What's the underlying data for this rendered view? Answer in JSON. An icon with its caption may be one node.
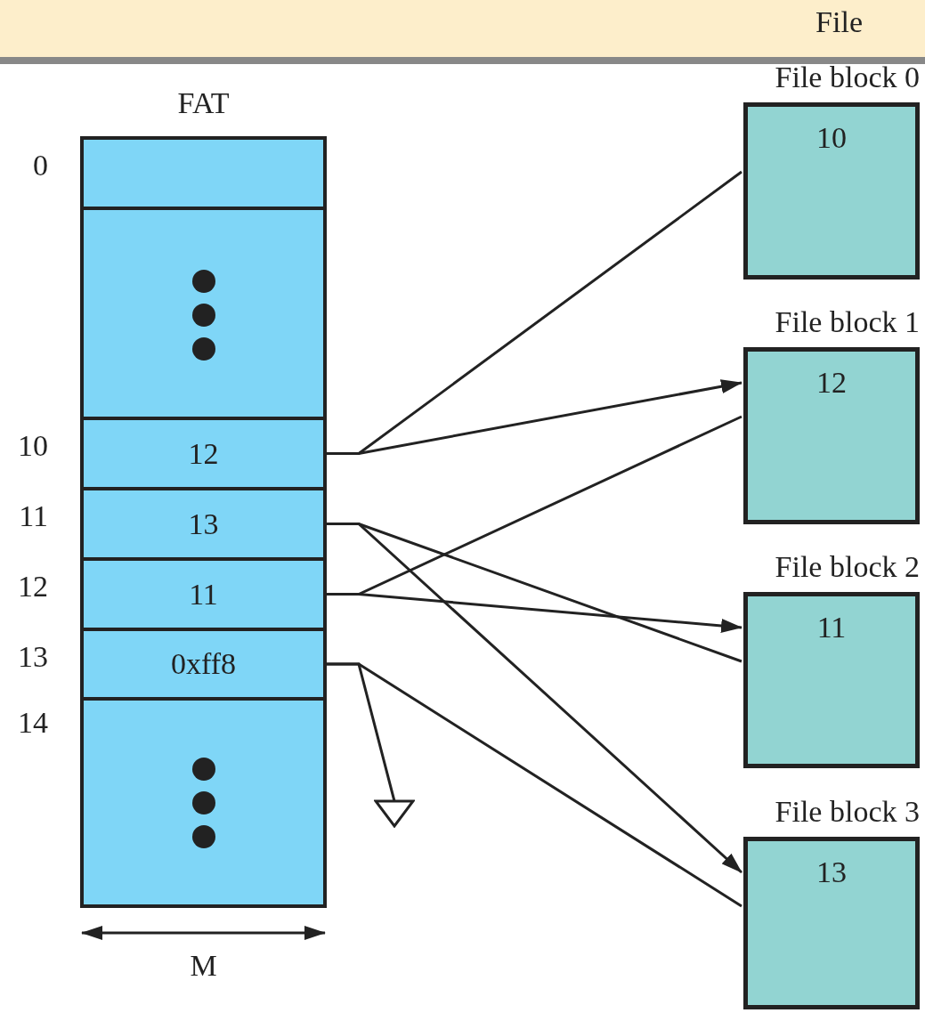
{
  "diagram": {
    "nodes": [
      {
        "text": [
          "File"
        ]
      },
      {
        "text": [
          "FAT"
        ]
      },
      {
        "text": [],
        "shape": "box",
        "in": 1,
        "beside": [
          "0"
        ]
      },
      {
        "text": [],
        "shape": "box",
        "in": 1
      },
      {
        "text": [
          "12"
        ],
        "in": 1,
        "beside": [
          "10"
        ]
      },
      {
        "text": [
          "13"
        ],
        "in": 1,
        "beside": [
          "11"
        ]
      },
      {
        "text": [
          "11"
        ],
        "in": 1,
        "beside": [
          "12"
        ]
      },
      {
        "text": [
          "0xff8"
        ],
        "in": 1,
        "beside": [
          "13"
        ]
      },
      {
        "text": [],
        "shape": "box",
        "in": 1,
        "beside": [
          "14"
        ]
      },
      {
        "text": [
          "File block 0",
          "10"
        ]
      },
      {
        "text": [
          "File block 1",
          "12"
        ]
      },
      {
        "text": [
          "File block 2",
          "11"
        ]
      },
      {
        "text": [
          "File block 3",
          "13"
        ]
      },
      {
        "text": [],
        "shape": "triangle"
      }
    ],
    "edges": [
      {
        "from": 9,
        "to": 4,
        "arrow": "none"
      },
      {
        "from": 4,
        "to": 10,
        "arrow": "to"
      },
      {
        "from": 10,
        "to": 6,
        "arrow": "none"
      },
      {
        "from": 6,
        "to": 11,
        "arrow": "to"
      },
      {
        "from": 11,
        "to": 5,
        "arrow": "none"
      },
      {
        "from": 5,
        "to": 12,
        "arrow": "to"
      },
      {
        "from": 12,
        "to": 7,
        "arrow": "none"
      },
      {
        "from": 7,
        "to": 13,
        "arrow": "none"
      }
    ],
    "labels": [
      "M"
    ]
  }
}
